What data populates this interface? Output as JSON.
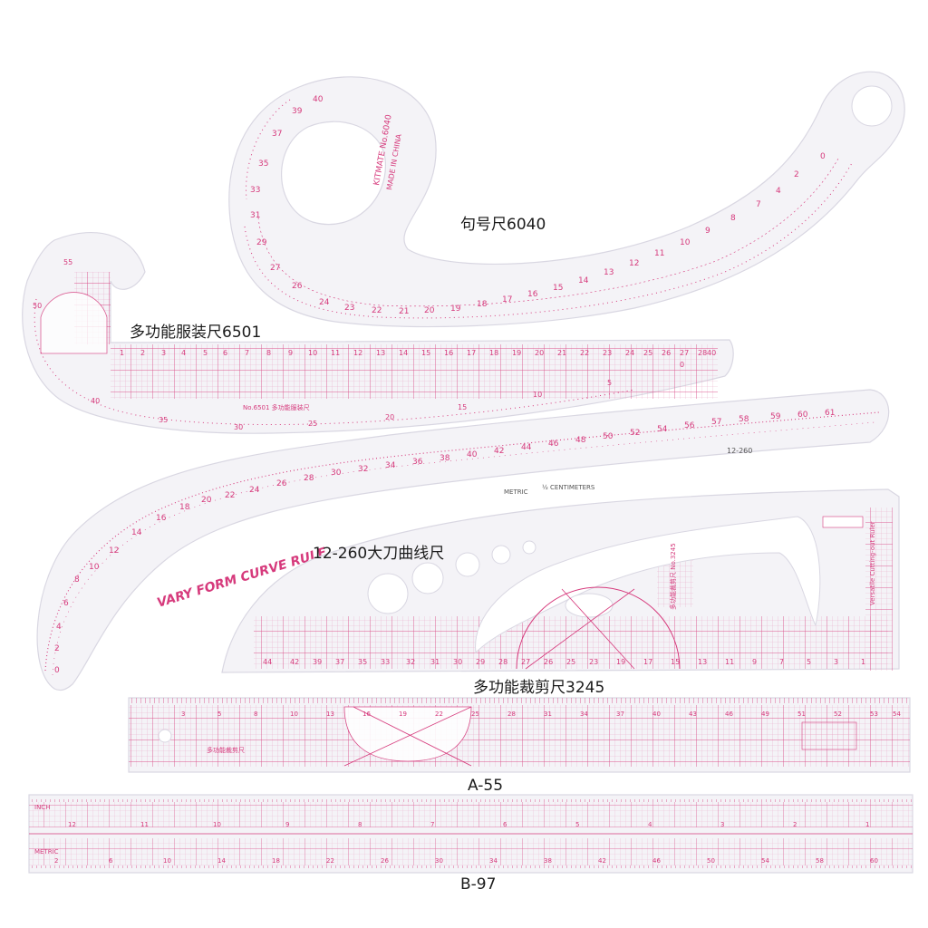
{
  "rulers": [
    {
      "id": "ruler-6040",
      "label": "句号尺6040",
      "markings": [
        "KITMATE No.6040",
        "MADE IN CHINA"
      ]
    },
    {
      "id": "ruler-6501",
      "label": "多功能服装尺6501",
      "markings": [
        "No.6501 多功能服装尺"
      ]
    },
    {
      "id": "ruler-12-260",
      "label": "12-260大刀曲线尺",
      "markings": [
        "VARY FORM CURVE RULE",
        "METRIC",
        "½ CENTIMETERS",
        "12-260"
      ]
    },
    {
      "id": "ruler-3245",
      "label": "多功能裁剪尺3245",
      "markings": [
        "Versatile Cutting-out Ruler",
        "多功能裁剪尺",
        "No.3245"
      ]
    },
    {
      "id": "ruler-a55",
      "label": "A-55",
      "markings": [
        "多功能裁剪尺"
      ]
    },
    {
      "id": "ruler-b97",
      "label": "B-97",
      "markings": [
        "INCH",
        "METRIC"
      ]
    }
  ],
  "colors": {
    "ink": "#d63a7c",
    "ink_light": "#e8a3c3",
    "plastic": "#f4f3f7",
    "plastic_edge": "#d9d7e2",
    "label": "#1b1b1b"
  }
}
